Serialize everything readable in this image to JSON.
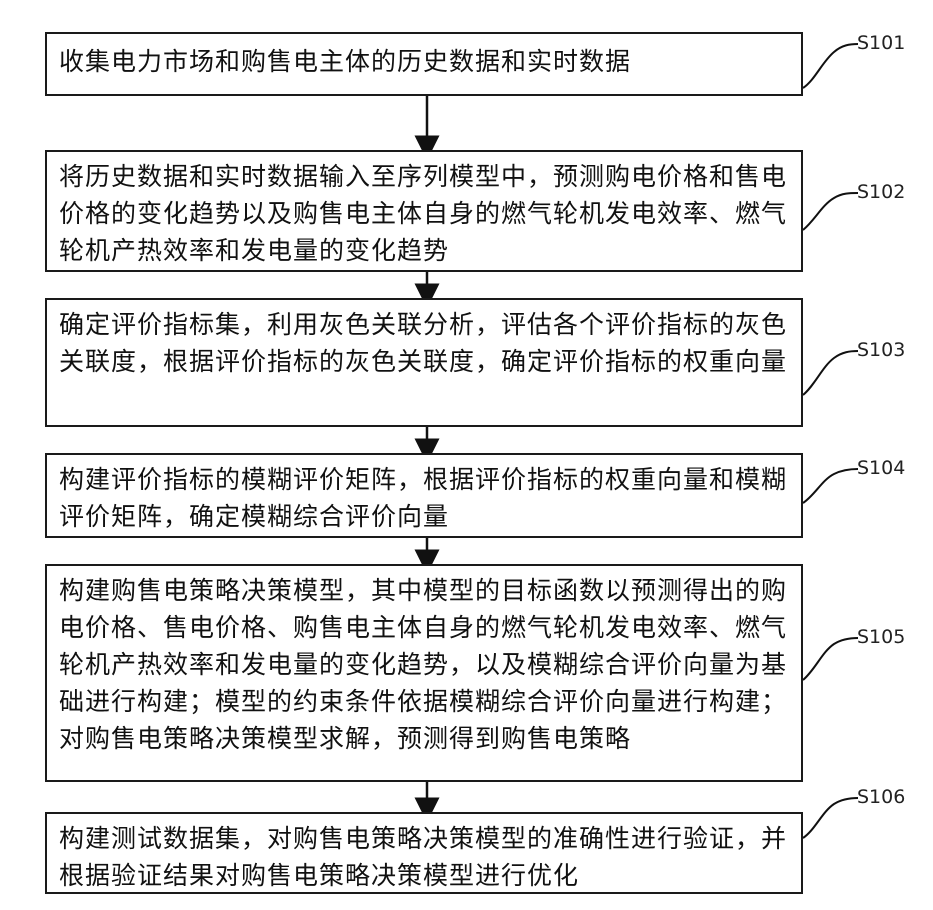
{
  "steps": [
    {
      "id": "S101",
      "text": "收集电力市场和购售电主体的历史数据和实时数据"
    },
    {
      "id": "S102",
      "text": "将历史数据和实时数据输入至序列模型中，预测购电价格和售电价格的变化趋势以及购售电主体自身的燃气轮机发电效率、燃气轮机产热效率和发电量的变化趋势"
    },
    {
      "id": "S103",
      "text": "确定评价指标集，利用灰色关联分析，评估各个评价指标的灰色关联度，根据评价指标的灰色关联度，确定评价指标的权重向量"
    },
    {
      "id": "S104",
      "text": "构建评价指标的模糊评价矩阵，根据评价指标的权重向量和模糊评价矩阵，确定模糊综合评价向量"
    },
    {
      "id": "S105",
      "text": "构建购售电策略决策模型，其中模型的目标函数以预测得出的购电价格、售电价格、购售电主体自身的燃气轮机发电效率、燃气轮机产热效率和发电量的变化趋势，以及模糊综合评价向量为基础进行构建；模型的约束条件依据模糊综合评价向量进行构建；对购售电策略决策模型求解，预测得到购售电策略"
    },
    {
      "id": "S106",
      "text": "构建测试数据集，对购售电策略决策模型的准确性进行验证，并根据验证结果对购售电策略决策模型进行优化"
    }
  ]
}
